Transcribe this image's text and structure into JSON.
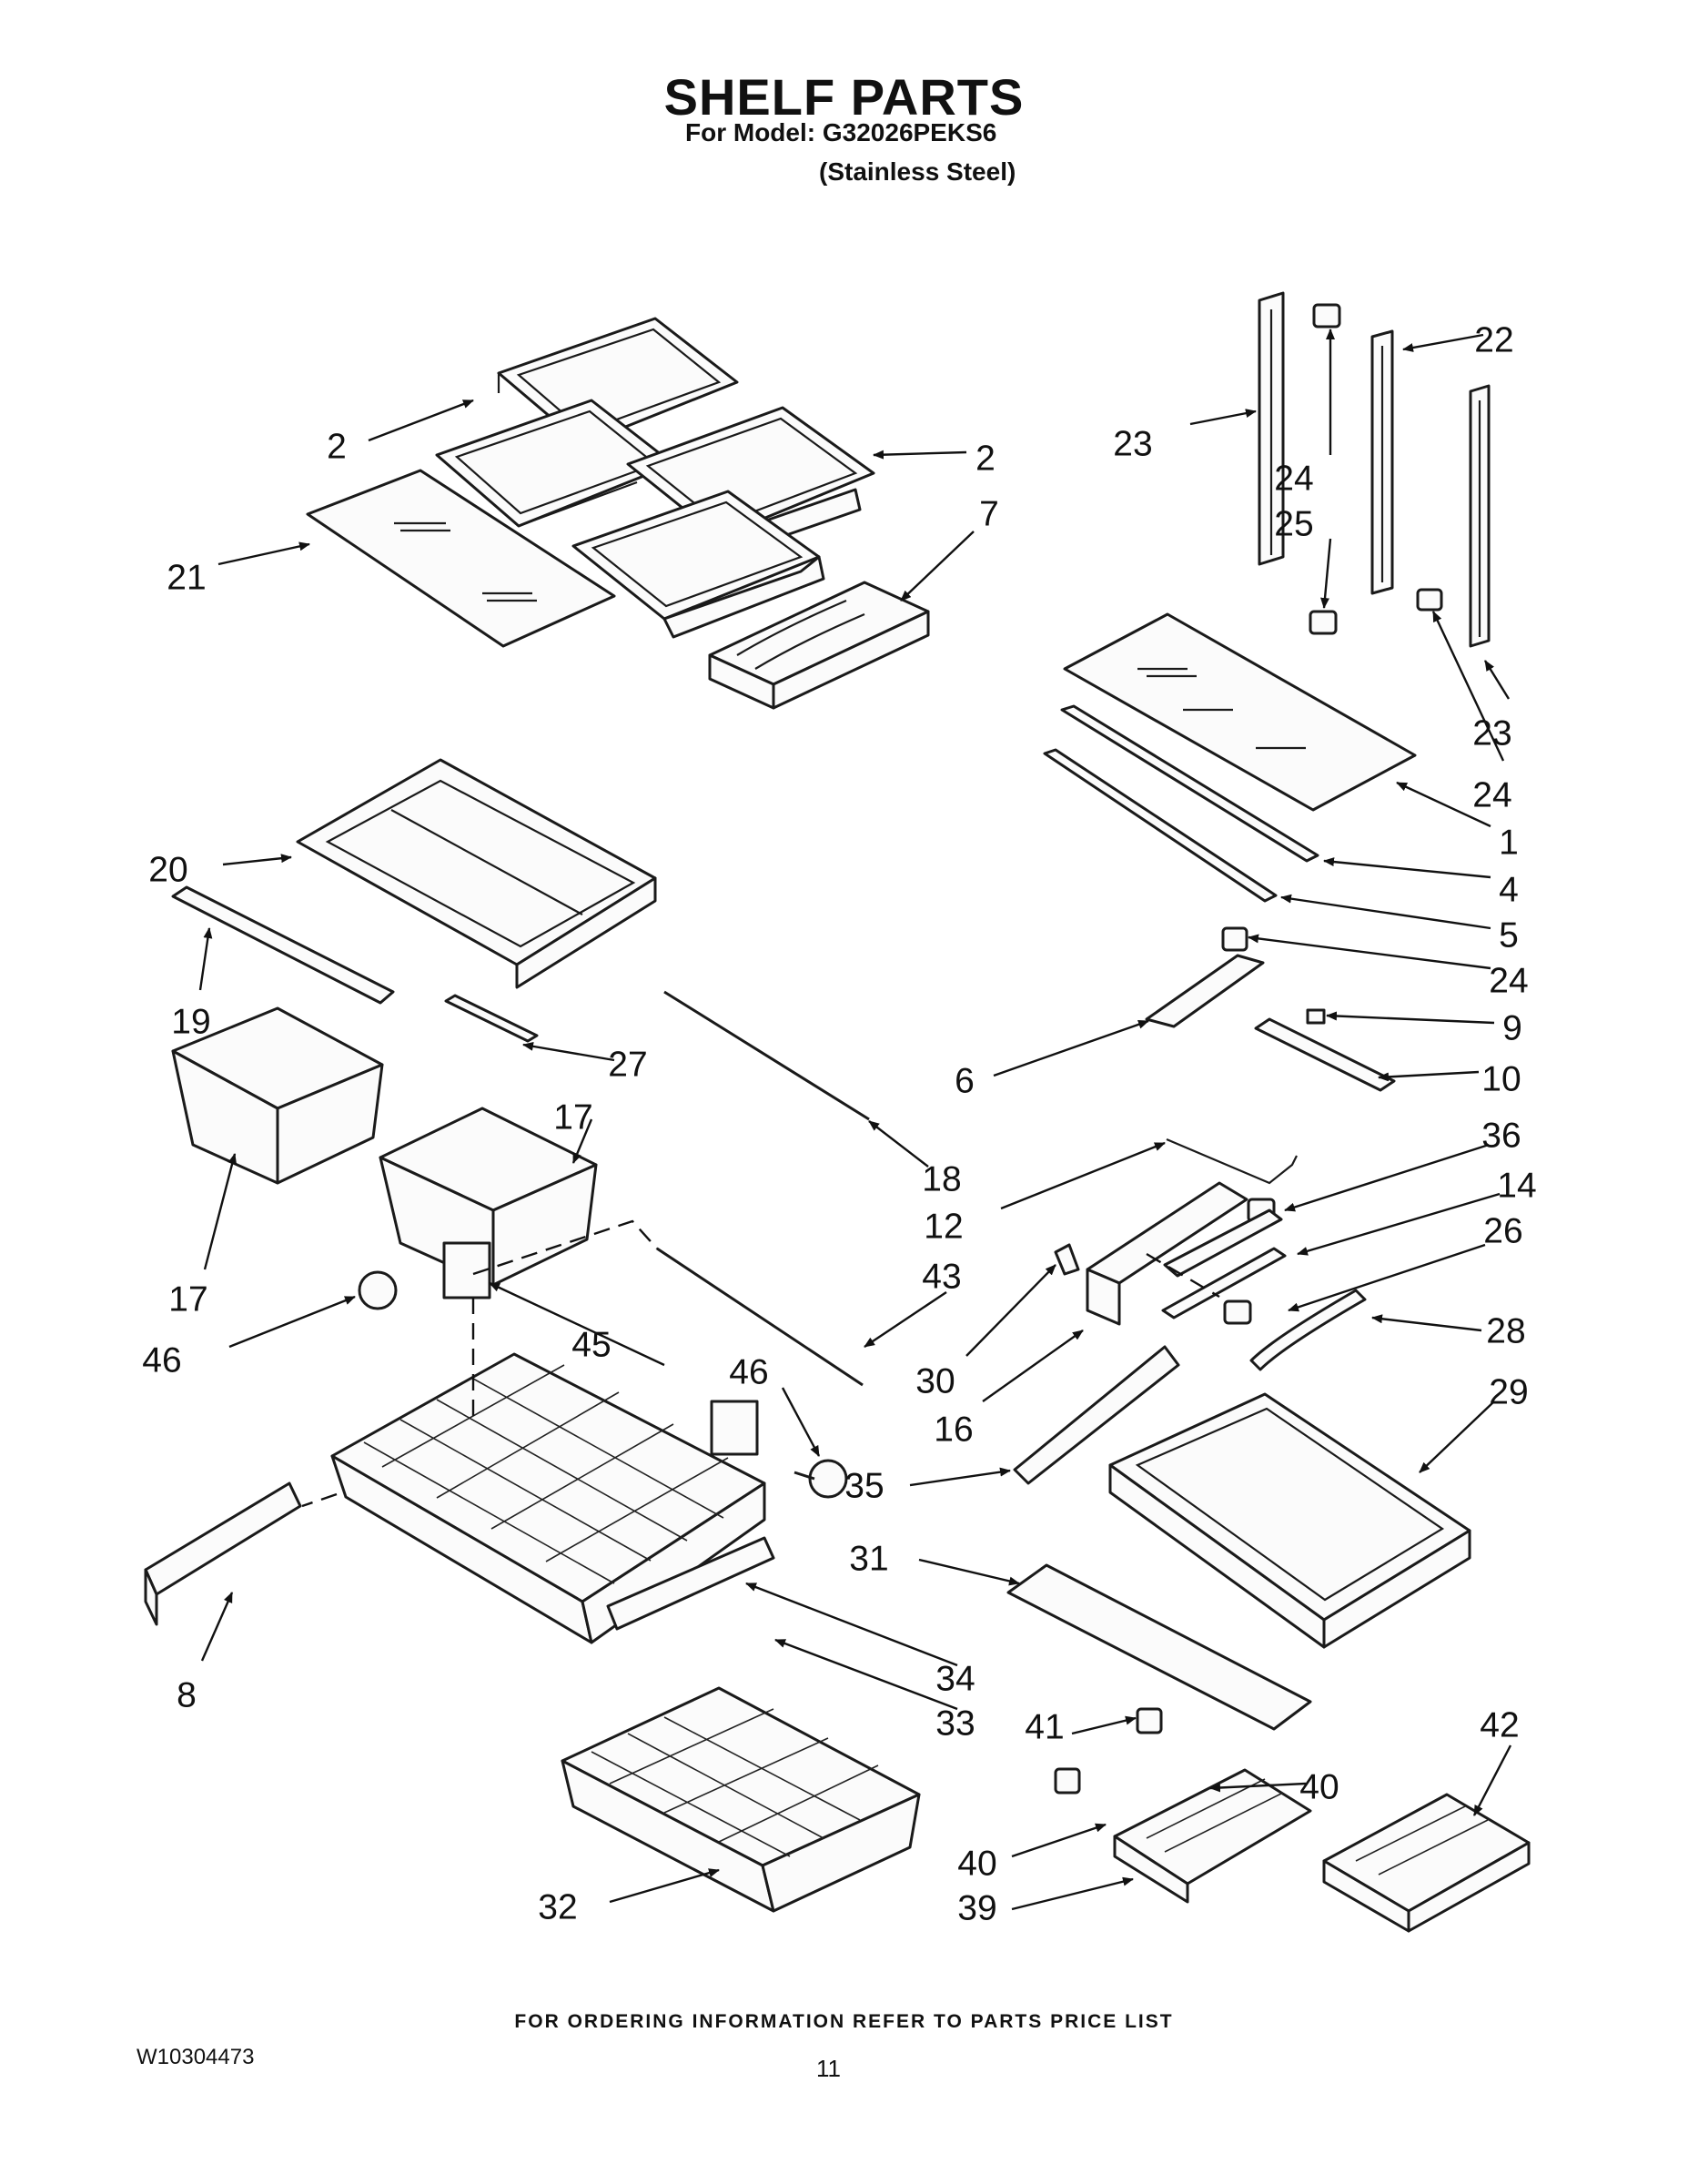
{
  "title": "SHELF PARTS",
  "model_line": "For Model: G32026PEKS6",
  "finish_line": "(Stainless Steel)",
  "footer_note": "FOR ORDERING INFORMATION REFER TO PARTS PRICE LIST",
  "document_number": "W10304473",
  "page_number": "11",
  "callouts": [
    {
      "id": "c2a",
      "label": "2"
    },
    {
      "id": "c2b",
      "label": "2"
    },
    {
      "id": "c7",
      "label": "7"
    },
    {
      "id": "c21",
      "label": "21"
    },
    {
      "id": "c22",
      "label": "22"
    },
    {
      "id": "c23a",
      "label": "23"
    },
    {
      "id": "c24a",
      "label": "24"
    },
    {
      "id": "c25",
      "label": "25"
    },
    {
      "id": "c23b",
      "label": "23"
    },
    {
      "id": "c24b",
      "label": "24"
    },
    {
      "id": "c1",
      "label": "1"
    },
    {
      "id": "c4",
      "label": "4"
    },
    {
      "id": "c5",
      "label": "5"
    },
    {
      "id": "c24c",
      "label": "24"
    },
    {
      "id": "c20",
      "label": "20"
    },
    {
      "id": "c19",
      "label": "19"
    },
    {
      "id": "c27",
      "label": "27"
    },
    {
      "id": "c17a",
      "label": "17"
    },
    {
      "id": "c17b",
      "label": "17"
    },
    {
      "id": "c18",
      "label": "18"
    },
    {
      "id": "c6",
      "label": "6"
    },
    {
      "id": "c9",
      "label": "9"
    },
    {
      "id": "c10",
      "label": "10"
    },
    {
      "id": "c12",
      "label": "12"
    },
    {
      "id": "c36",
      "label": "36"
    },
    {
      "id": "c14",
      "label": "14"
    },
    {
      "id": "c26",
      "label": "26"
    },
    {
      "id": "c43",
      "label": "43"
    },
    {
      "id": "c46a",
      "label": "46"
    },
    {
      "id": "c45",
      "label": "45"
    },
    {
      "id": "c46b",
      "label": "46"
    },
    {
      "id": "c30",
      "label": "30"
    },
    {
      "id": "c16",
      "label": "16"
    },
    {
      "id": "c28",
      "label": "28"
    },
    {
      "id": "c29",
      "label": "29"
    },
    {
      "id": "c35",
      "label": "35"
    },
    {
      "id": "c31",
      "label": "31"
    },
    {
      "id": "c8",
      "label": "8"
    },
    {
      "id": "c34",
      "label": "34"
    },
    {
      "id": "c33",
      "label": "33"
    },
    {
      "id": "c41",
      "label": "41"
    },
    {
      "id": "c42",
      "label": "42"
    },
    {
      "id": "c40a",
      "label": "40"
    },
    {
      "id": "c40b",
      "label": "40"
    },
    {
      "id": "c32",
      "label": "32"
    },
    {
      "id": "c39",
      "label": "39"
    }
  ]
}
